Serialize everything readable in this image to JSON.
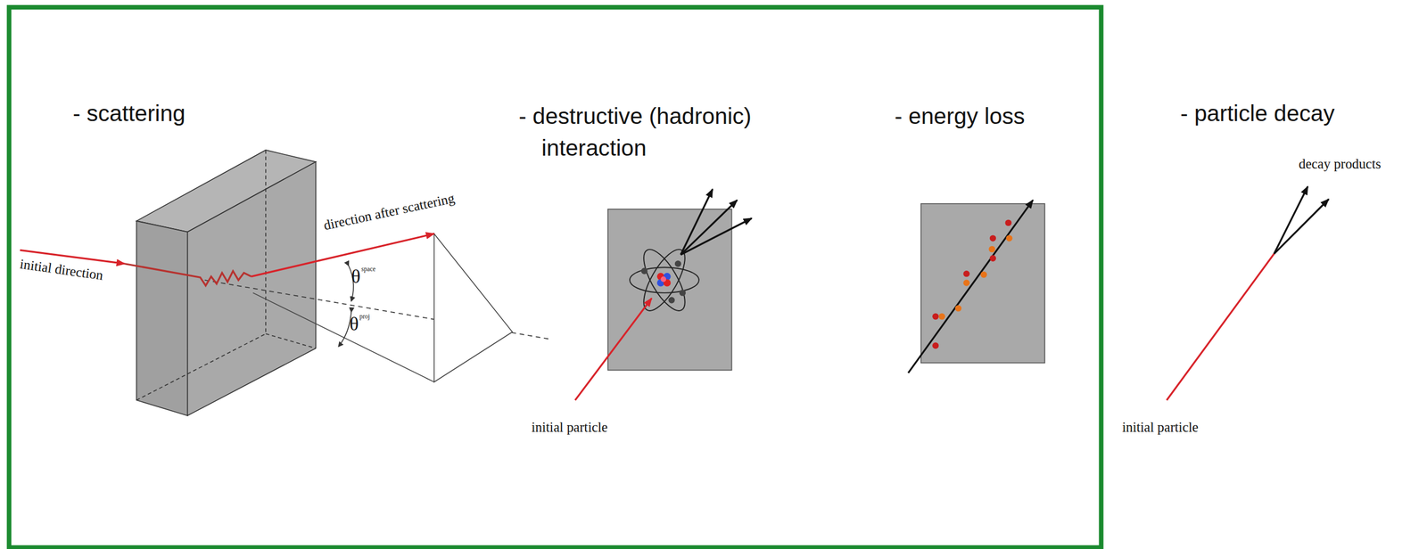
{
  "diagram": {
    "labels": [
      "- scattering",
      "- destructive (hadronic) interaction",
      "- energy loss",
      "- particle decay",
      "initial direction",
      "direction after scattering",
      "θ",
      "space",
      "θ",
      "proj",
      "initial particle",
      "initial particle",
      "decay products"
    ]
  }
}
